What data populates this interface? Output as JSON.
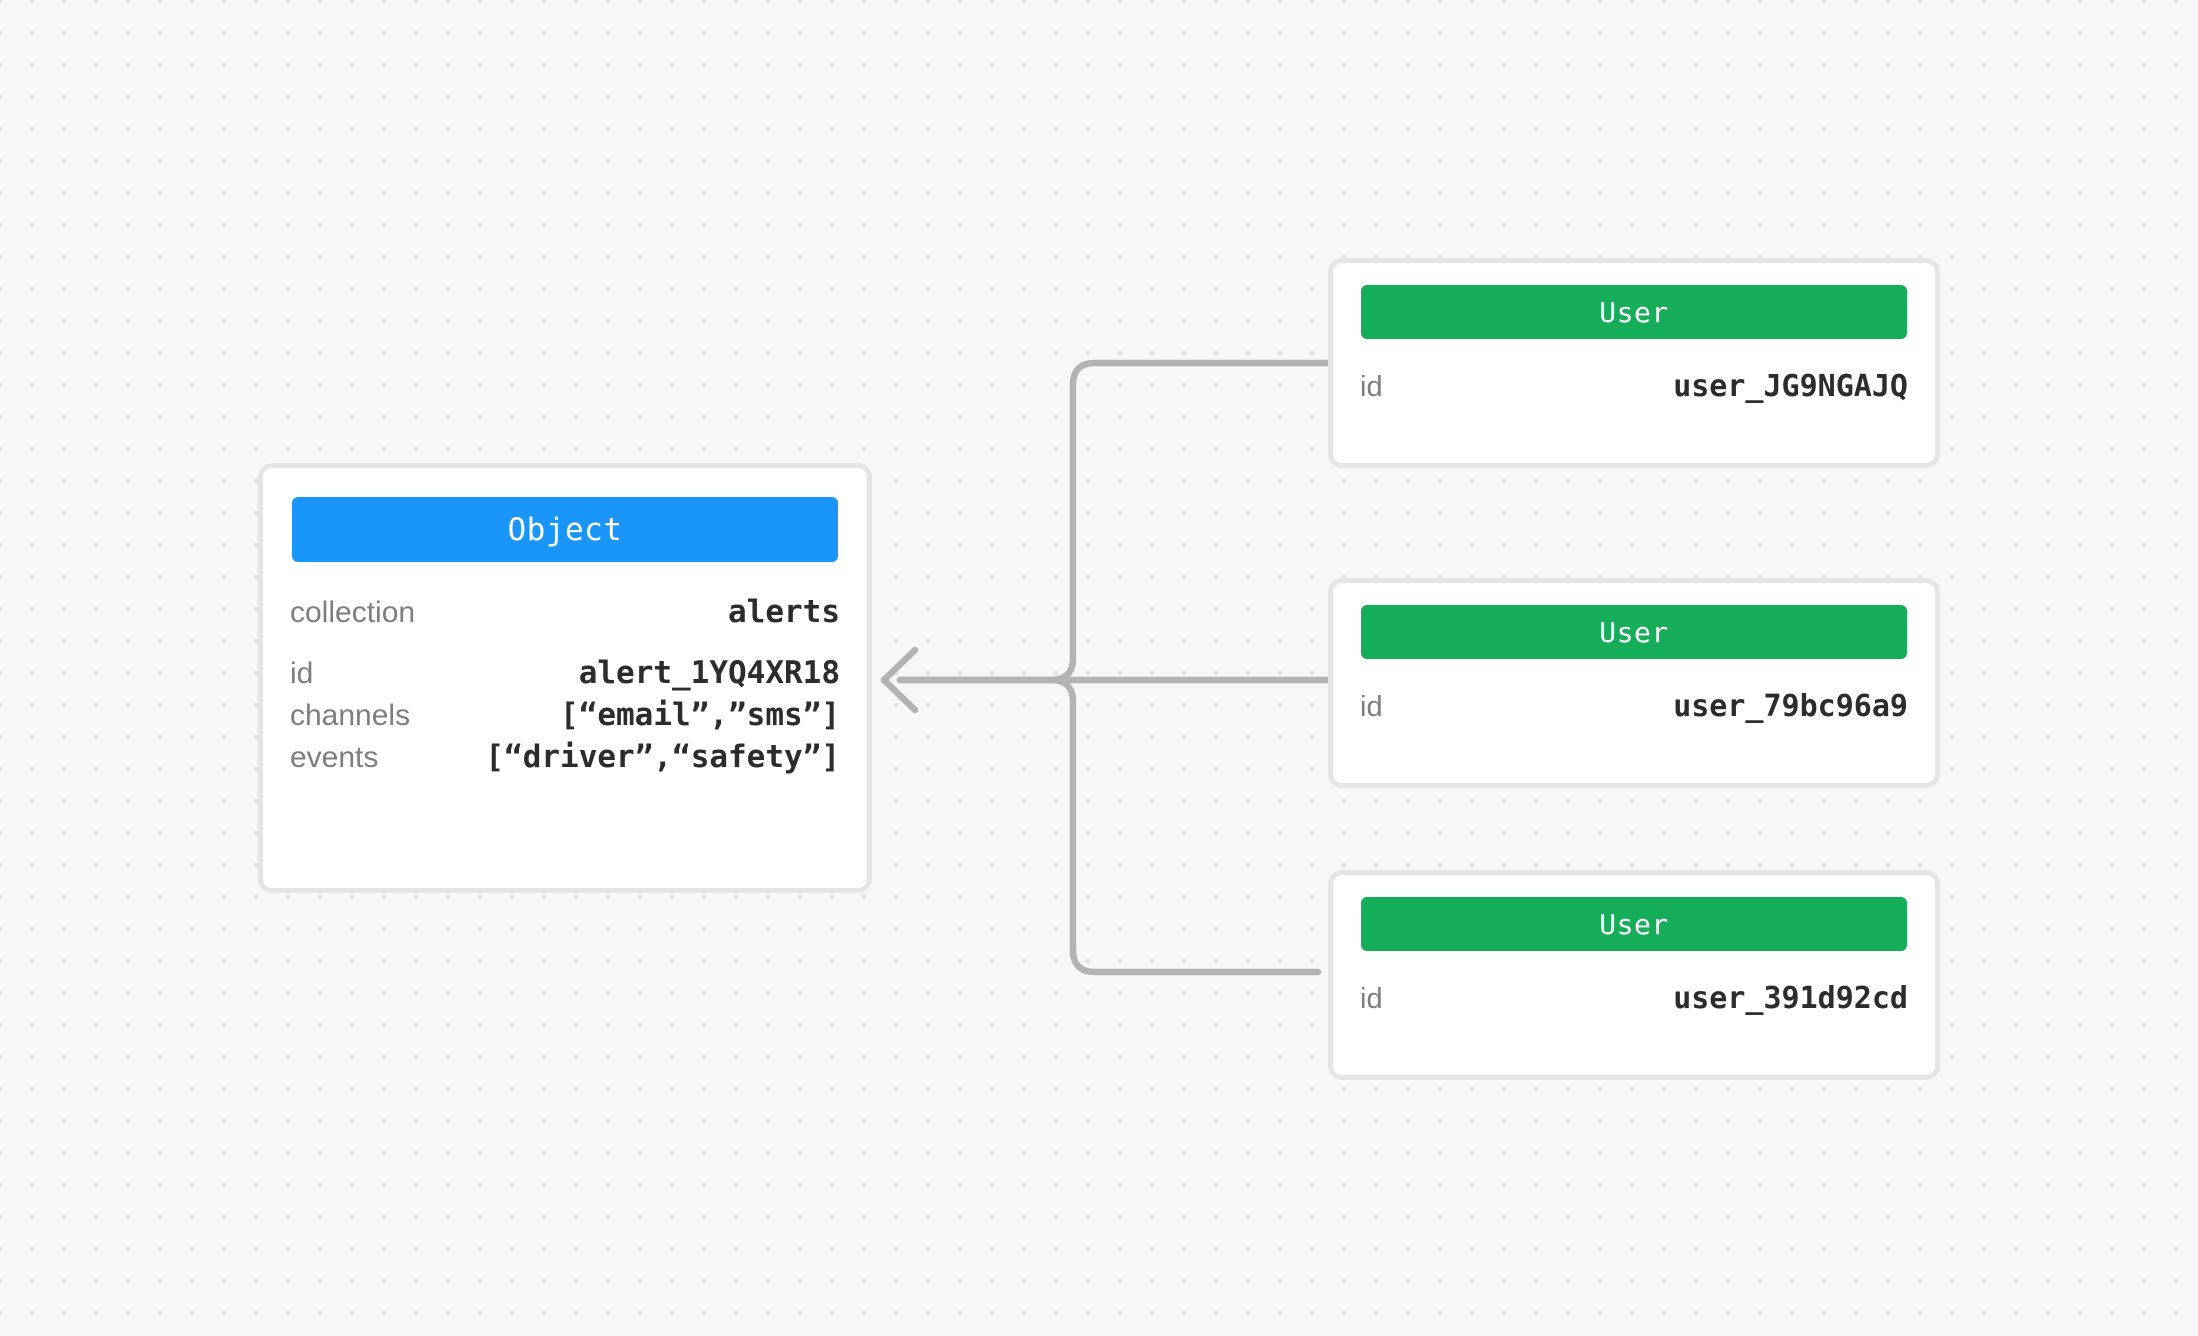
{
  "canvas": {
    "background_color": "#f7f7f7",
    "dot_color": "#e3e3e3",
    "edge_color": "#b3b3b3"
  },
  "object_node": {
    "header": {
      "label": "Object",
      "color": "#1a96fb"
    },
    "rows": [
      {
        "key": "collection",
        "value": "alerts"
      },
      {
        "key": "id",
        "value": "alert_1YQ4XR18"
      },
      {
        "key": "channels",
        "value": "[“email”,”sms”]"
      },
      {
        "key": "events",
        "value": "[“driver”,“safety”]"
      }
    ]
  },
  "user_nodes": [
    {
      "header": {
        "label": "User",
        "color": "#16ad5b"
      },
      "rows": [
        {
          "key": "id",
          "value": "user_JG9NGAJQ"
        }
      ]
    },
    {
      "header": {
        "label": "User",
        "color": "#16ad5b"
      },
      "rows": [
        {
          "key": "id",
          "value": "user_79bc96a9"
        }
      ]
    },
    {
      "header": {
        "label": "User",
        "color": "#16ad5b"
      },
      "rows": [
        {
          "key": "id",
          "value": "user_391d92cd"
        }
      ]
    }
  ],
  "edges": [
    {
      "from": "user_node_0",
      "to": "object_node",
      "arrow": true
    },
    {
      "from": "user_node_1",
      "to": "object_node",
      "arrow": true
    },
    {
      "from": "user_node_2",
      "to": "object_node",
      "arrow": true
    }
  ]
}
